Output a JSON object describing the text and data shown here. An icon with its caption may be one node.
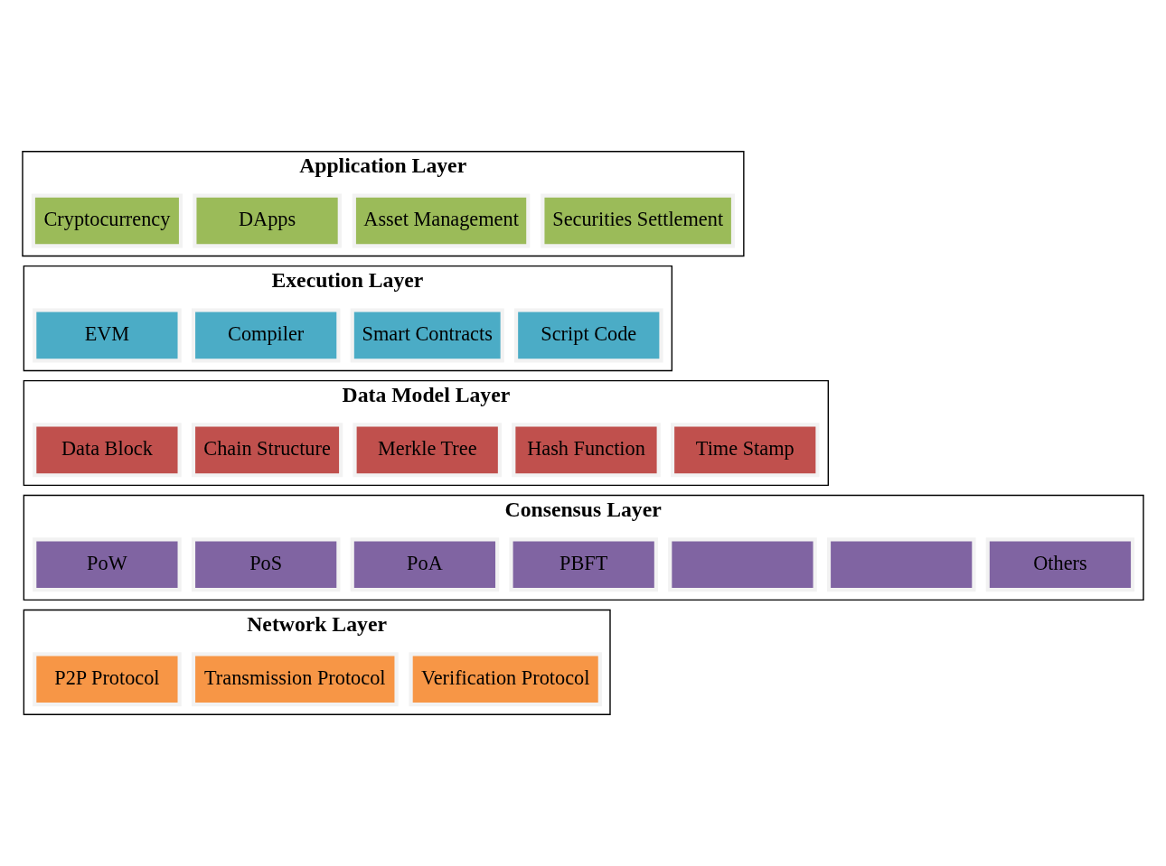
{
  "diagram": {
    "nodes": [
      {
        "text": [
          "Application Layer"
        ]
      },
      {
        "text": [
          "Cryptocurrency"
        ],
        "in": 0
      },
      {
        "text": [
          "DApps"
        ],
        "in": 0
      },
      {
        "text": [
          "Asset Management"
        ],
        "in": 0
      },
      {
        "text": [
          "Securities Settlement"
        ],
        "in": 0
      },
      {
        "text": [
          "Execution Layer"
        ]
      },
      {
        "text": [
          "EVM"
        ],
        "in": 5
      },
      {
        "text": [
          "Compiler"
        ],
        "in": 5
      },
      {
        "text": [
          "Smart Contracts"
        ],
        "in": 5
      },
      {
        "text": [
          "Script Code"
        ],
        "in": 5
      },
      {
        "text": [
          "Data Model Layer"
        ]
      },
      {
        "text": [
          "Data Block"
        ],
        "in": 10
      },
      {
        "text": [
          "Chain Structure"
        ],
        "in": 10
      },
      {
        "text": [
          "Merkle Tree"
        ],
        "in": 10
      },
      {
        "text": [
          "Hash Function"
        ],
        "in": 10
      },
      {
        "text": [
          "Time Stamp"
        ],
        "in": 10
      },
      {
        "text": [
          "Consensus Layer"
        ]
      },
      {
        "text": [
          "PoW"
        ],
        "in": 16
      },
      {
        "text": [
          "PoS"
        ],
        "in": 16
      },
      {
        "text": [
          "PoA"
        ],
        "in": 16
      },
      {
        "text": [
          "PBFT"
        ],
        "in": 16
      },
      {
        "text": [],
        "shape": "box",
        "in": 16
      },
      {
        "text": [],
        "shape": "box",
        "in": 16
      },
      {
        "text": [
          "Others"
        ],
        "in": 16
      },
      {
        "text": [
          "Network Layer"
        ]
      },
      {
        "text": [
          "P2P Protocol"
        ],
        "in": 24
      },
      {
        "text": [
          "Transmission Protocol"
        ],
        "in": 24
      },
      {
        "text": [
          "Verification Protocol"
        ],
        "in": 24
      }
    ]
  }
}
